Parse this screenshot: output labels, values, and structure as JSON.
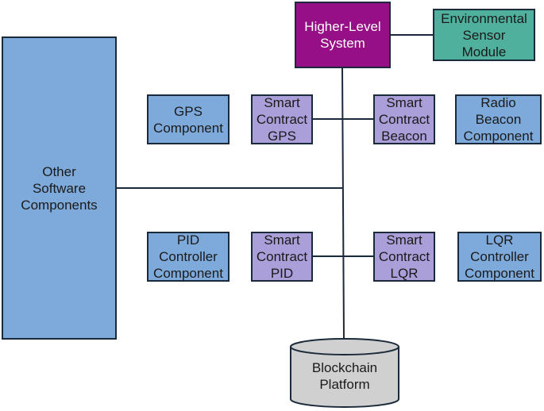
{
  "diagram": {
    "nodes": {
      "higher_level_system": {
        "label": "Higher-Level\nSystem",
        "color": "#960f87"
      },
      "environmental_sensor_module": {
        "label": "Environmental\nSensor\nModule",
        "color": "#4fb09d"
      },
      "other_software_components": {
        "label": "Other\nSoftware\nComponents",
        "color": "#7eaadb"
      },
      "gps_component": {
        "label": "GPS\nComponent",
        "color": "#7eaadb"
      },
      "smart_contract_gps": {
        "label": "Smart\nContract\nGPS",
        "color": "#ab9fd9"
      },
      "smart_contract_beacon": {
        "label": "Smart\nContract\nBeacon",
        "color": "#ab9fd9"
      },
      "radio_beacon_component": {
        "label": "Radio\nBeacon\nComponent",
        "color": "#7eaadb"
      },
      "pid_controller_component": {
        "label": "PID\nController\nComponent",
        "color": "#7eaadb"
      },
      "smart_contract_pid": {
        "label": "Smart\nContract\nPID",
        "color": "#ab9fd9"
      },
      "smart_contract_lqr": {
        "label": "Smart\nContract\nLQR",
        "color": "#ab9fd9"
      },
      "lqr_controller_component": {
        "label": "LQR\nController\nComponent",
        "color": "#7eaadb"
      },
      "blockchain_platform": {
        "label": "Blockchain\nPlatform",
        "color": "#d0d0d0"
      }
    },
    "edges": [
      [
        "higher_level_system",
        "environmental_sensor_module"
      ],
      [
        "higher_level_system",
        "blockchain_platform"
      ],
      [
        "smart_contract_gps",
        "smart_contract_beacon"
      ],
      [
        "smart_contract_pid",
        "smart_contract_lqr"
      ],
      [
        "other_software_components",
        "blockchain_platform"
      ]
    ]
  }
}
